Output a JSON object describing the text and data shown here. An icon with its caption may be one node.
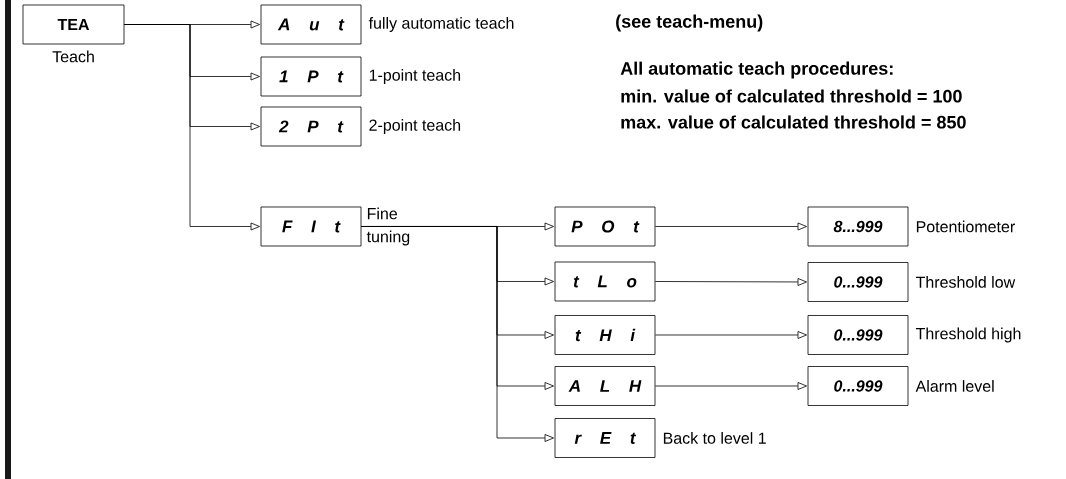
{
  "diagram": {
    "nodes": [
      {
        "text": [
          "TEA"
        ],
        "beside": [
          "Teach"
        ]
      },
      {
        "text": [
          "A u t"
        ],
        "beside": [
          "fully automatic teach"
        ]
      },
      {
        "text": [
          "1 P t"
        ],
        "beside": [
          "1-point teach"
        ]
      },
      {
        "text": [
          "2 P t"
        ],
        "beside": [
          "2-point teach"
        ]
      },
      {
        "text": [
          "F I t"
        ],
        "beside": [
          "Fine tuning"
        ]
      },
      {
        "text": [
          "P O t"
        ]
      },
      {
        "text": [
          "t L o"
        ]
      },
      {
        "text": [
          "t H i"
        ]
      },
      {
        "text": [
          "A L H"
        ]
      },
      {
        "text": [
          "r E t"
        ],
        "beside": [
          "Back to level 1"
        ]
      },
      {
        "text": [
          "8...999"
        ],
        "beside": [
          "Potentiometer"
        ]
      },
      {
        "text": [
          "0...999"
        ],
        "beside": [
          "Threshold low"
        ]
      },
      {
        "text": [
          "0...999"
        ],
        "beside": [
          "Threshold high"
        ]
      },
      {
        "text": [
          "0...999"
        ],
        "beside": [
          "Alarm level"
        ]
      }
    ],
    "edges": [
      {
        "from": 0,
        "to": 1,
        "arrow": "to"
      },
      {
        "from": 0,
        "to": 2,
        "arrow": "to"
      },
      {
        "from": 0,
        "to": 3,
        "arrow": "to"
      },
      {
        "from": 0,
        "to": 4,
        "arrow": "to"
      },
      {
        "from": 4,
        "to": 5,
        "arrow": "to"
      },
      {
        "from": 4,
        "to": 6,
        "arrow": "to"
      },
      {
        "from": 4,
        "to": 7,
        "arrow": "to"
      },
      {
        "from": 4,
        "to": 8,
        "arrow": "to"
      },
      {
        "from": 4,
        "to": 9,
        "arrow": "to"
      },
      {
        "from": 5,
        "to": 10,
        "arrow": "to"
      },
      {
        "from": 6,
        "to": 11,
        "arrow": "to"
      },
      {
        "from": 7,
        "to": 12,
        "arrow": "to"
      },
      {
        "from": 8,
        "to": 13,
        "arrow": "to"
      }
    ],
    "labels": [
      "(see teach-menu)",
      "All automatic teach procedures:",
      "min. value of calculated threshold = 100",
      "max. value of calculated threshold = 850"
    ]
  }
}
